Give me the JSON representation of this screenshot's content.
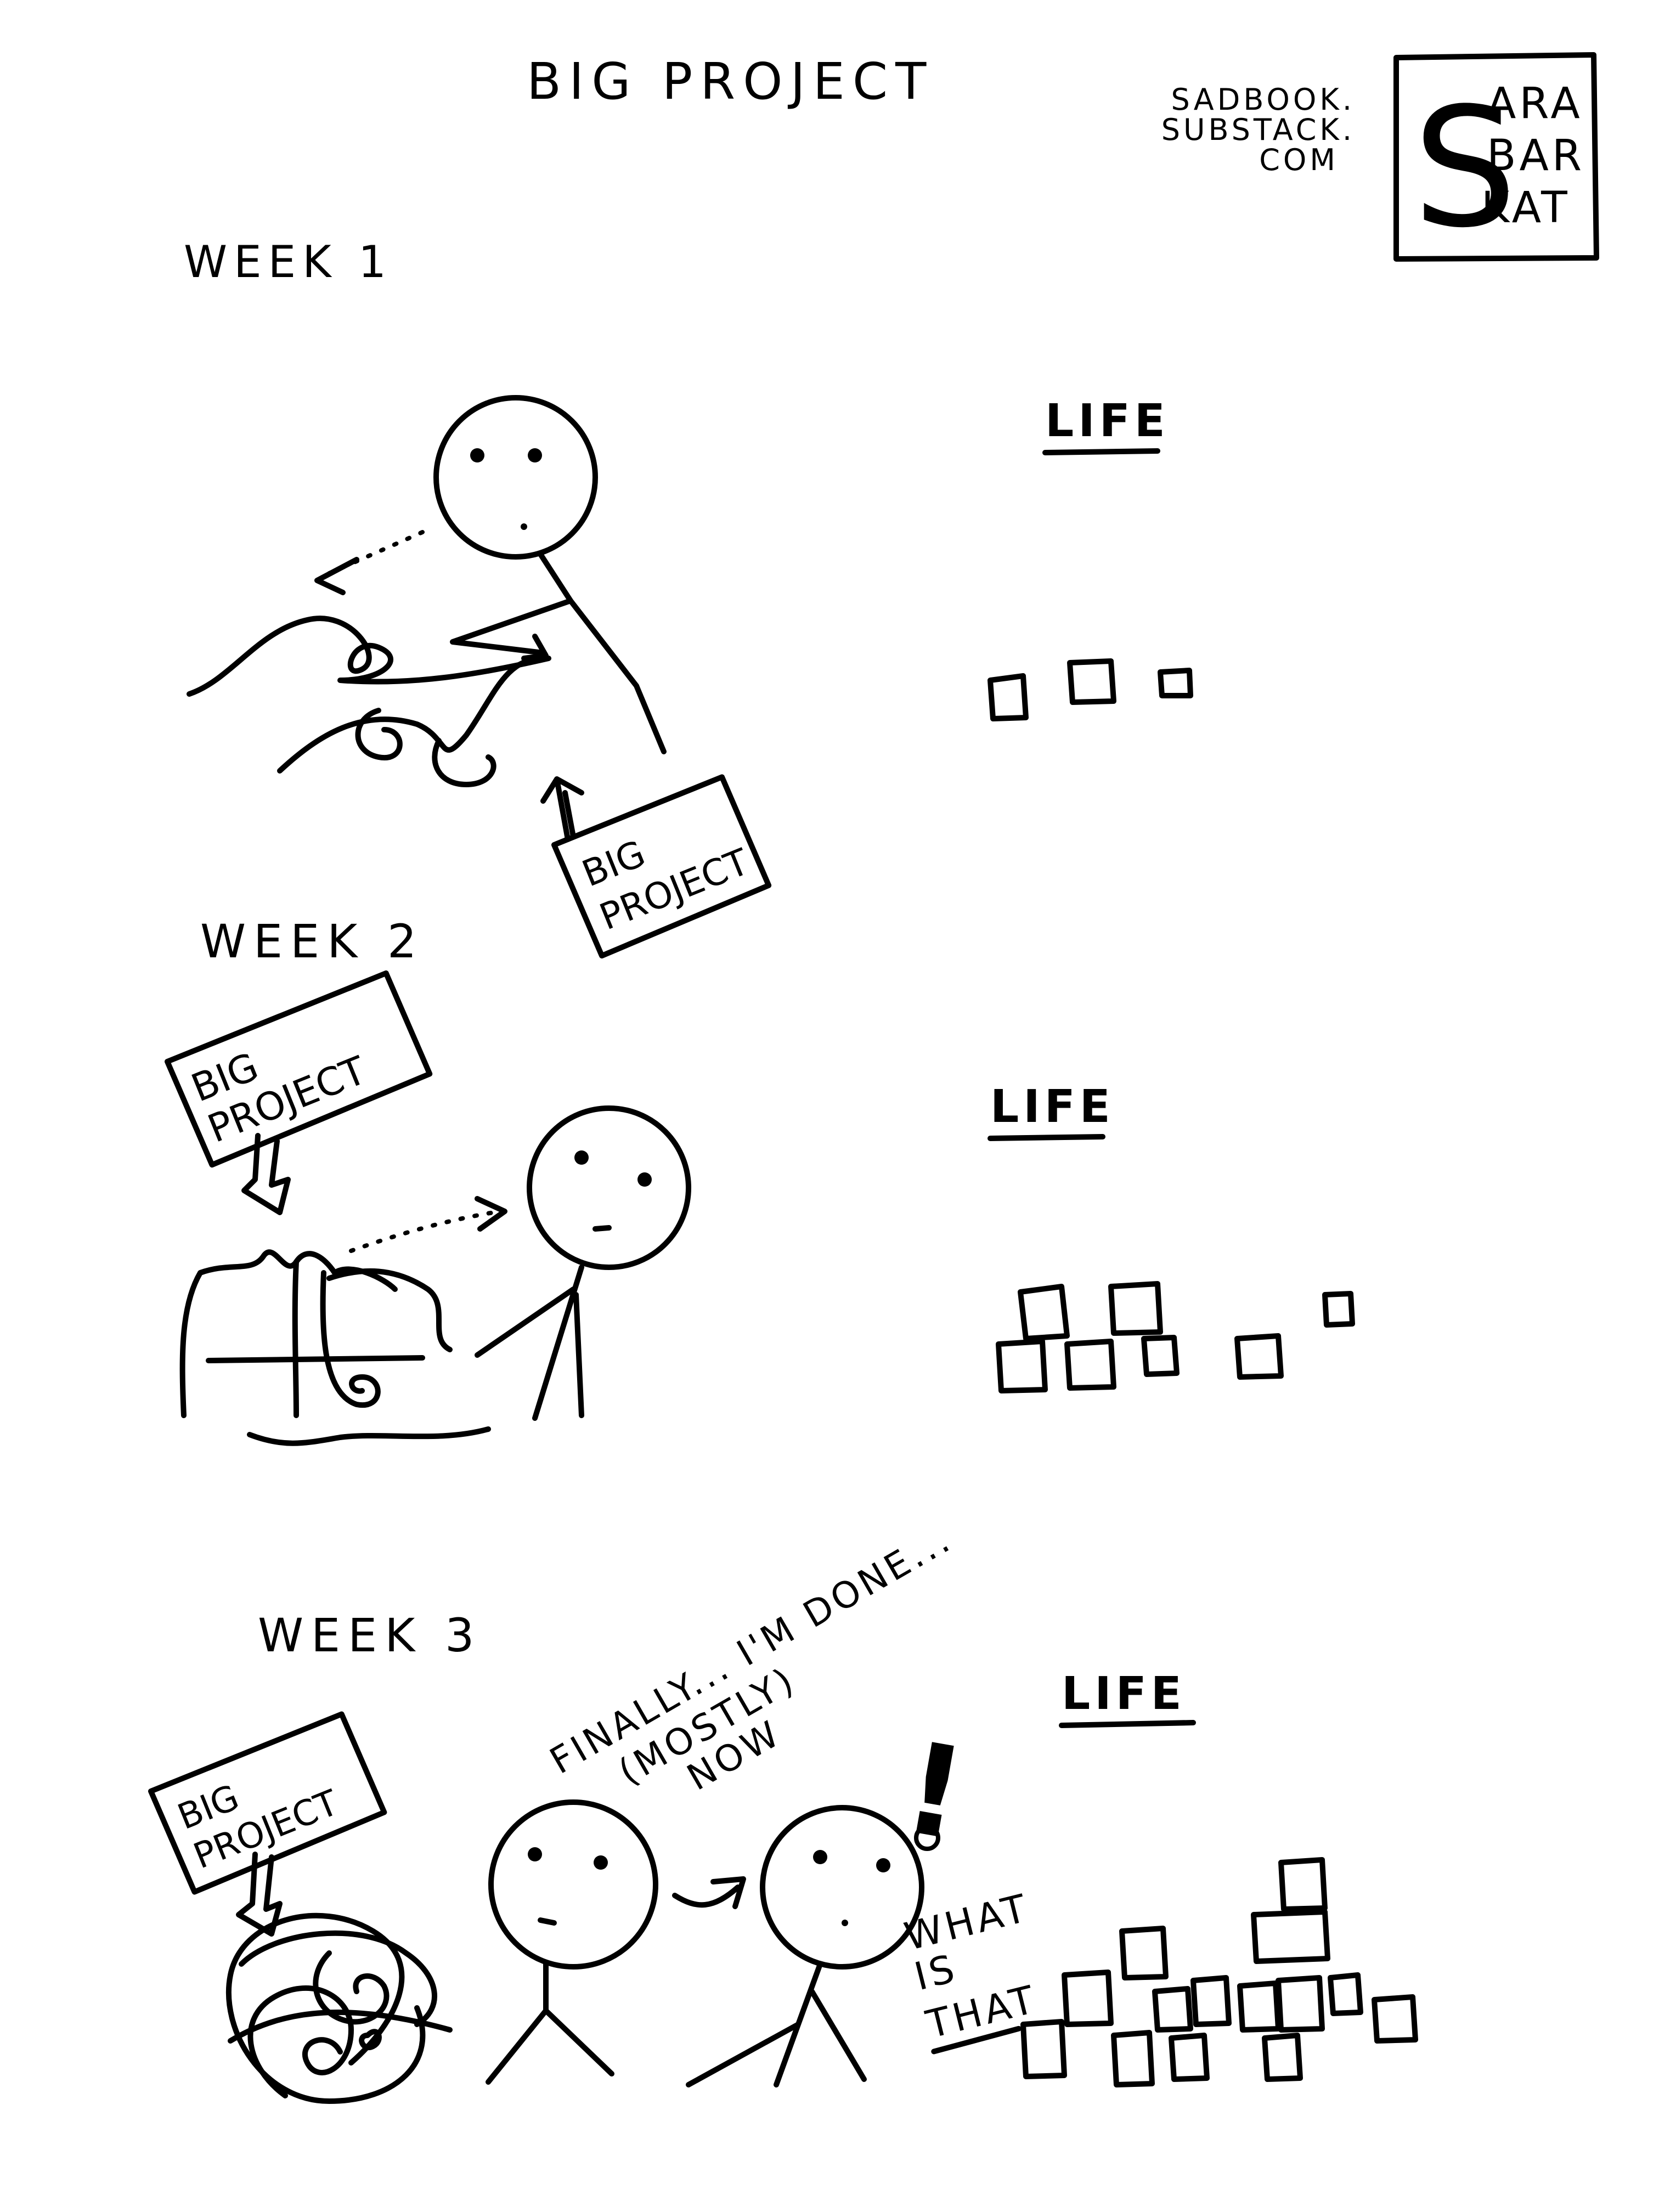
{
  "title": "BIG PROJECT",
  "credit": {
    "url_lines": [
      "SADBOOK.",
      "SUBSTACK.",
      "COM"
    ],
    "logo_lines": [
      "ARA",
      "BAR",
      "KAT"
    ],
    "logo_initial": "S"
  },
  "panels": [
    {
      "week_label": "WEEK 1",
      "life_label": "LIFE",
      "sign_lines": [
        "BIG",
        "PROJECT"
      ]
    },
    {
      "week_label": "WEEK 2",
      "life_label": "LIFE",
      "sign_lines": [
        "BIG",
        "PROJECT"
      ]
    },
    {
      "week_label": "WEEK 3",
      "life_label": "LIFE",
      "sign_lines": [
        "BIG",
        "PROJECT"
      ],
      "speech": [
        "FINALLY... I'M DONE...",
        "(MOSTLY)",
        "NOW"
      ],
      "exclamation": "!",
      "question_lines": [
        "WHAT",
        "IS",
        "THAT"
      ]
    }
  ],
  "colors": {
    "ink": "#000000",
    "paper": "#ffffff"
  }
}
